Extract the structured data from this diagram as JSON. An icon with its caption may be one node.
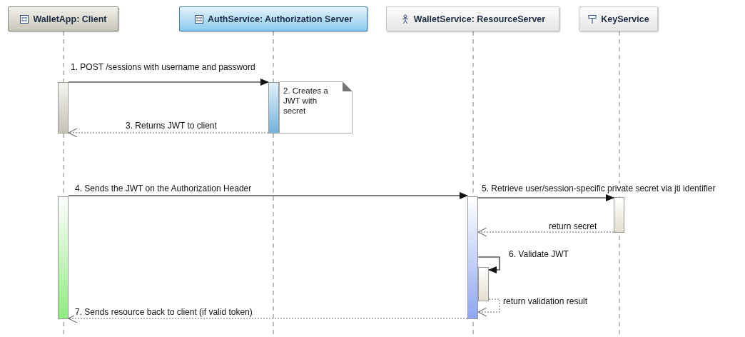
{
  "diagram": {
    "nodes": [
      {
        "text": [
          "WalletApp: Client"
        ]
      },
      {
        "text": [
          "AuthService: Authorization Server"
        ]
      },
      {
        "text": [
          "WalletService: ResourceServer"
        ]
      },
      {
        "text": [
          "KeyService"
        ]
      },
      {
        "text": [],
        "shape": "bar"
      },
      {
        "text": [],
        "shape": "bar"
      },
      {
        "text": [
          "2. Creates a JWT with secret"
        ]
      },
      {
        "text": [],
        "shape": "bar"
      },
      {
        "text": [],
        "shape": "bar"
      },
      {
        "text": [],
        "shape": "bar"
      },
      {
        "text": [],
        "shape": "bar"
      }
    ],
    "edges": [
      {
        "from": 4,
        "to": 5,
        "arrow": "to",
        "label": "1. POST /sessions with username and password"
      },
      {
        "from": 5,
        "to": 4,
        "arrow": "to",
        "label": "3. Returns JWT to client",
        "style": "dashed"
      },
      {
        "from": 7,
        "to": 8,
        "arrow": "to",
        "label": "4. Sends the JWT on the Authorization Header"
      },
      {
        "from": 8,
        "to": 9,
        "arrow": "to",
        "label": "5. Retrieve user/session-specific private secret via jti identifier"
      },
      {
        "from": 9,
        "to": 8,
        "arrow": "to",
        "label": "return secret",
        "style": "dashed"
      },
      {
        "from": 8,
        "to": 10,
        "arrow": "to",
        "label": "6. Validate JWT"
      },
      {
        "from": 10,
        "to": 8,
        "arrow": "to",
        "label": "return validation result",
        "style": "dashed"
      },
      {
        "from": 8,
        "to": 7,
        "arrow": "to",
        "label": "7. Sends resource back to client (if valid token)",
        "style": "dashed"
      }
    ]
  }
}
